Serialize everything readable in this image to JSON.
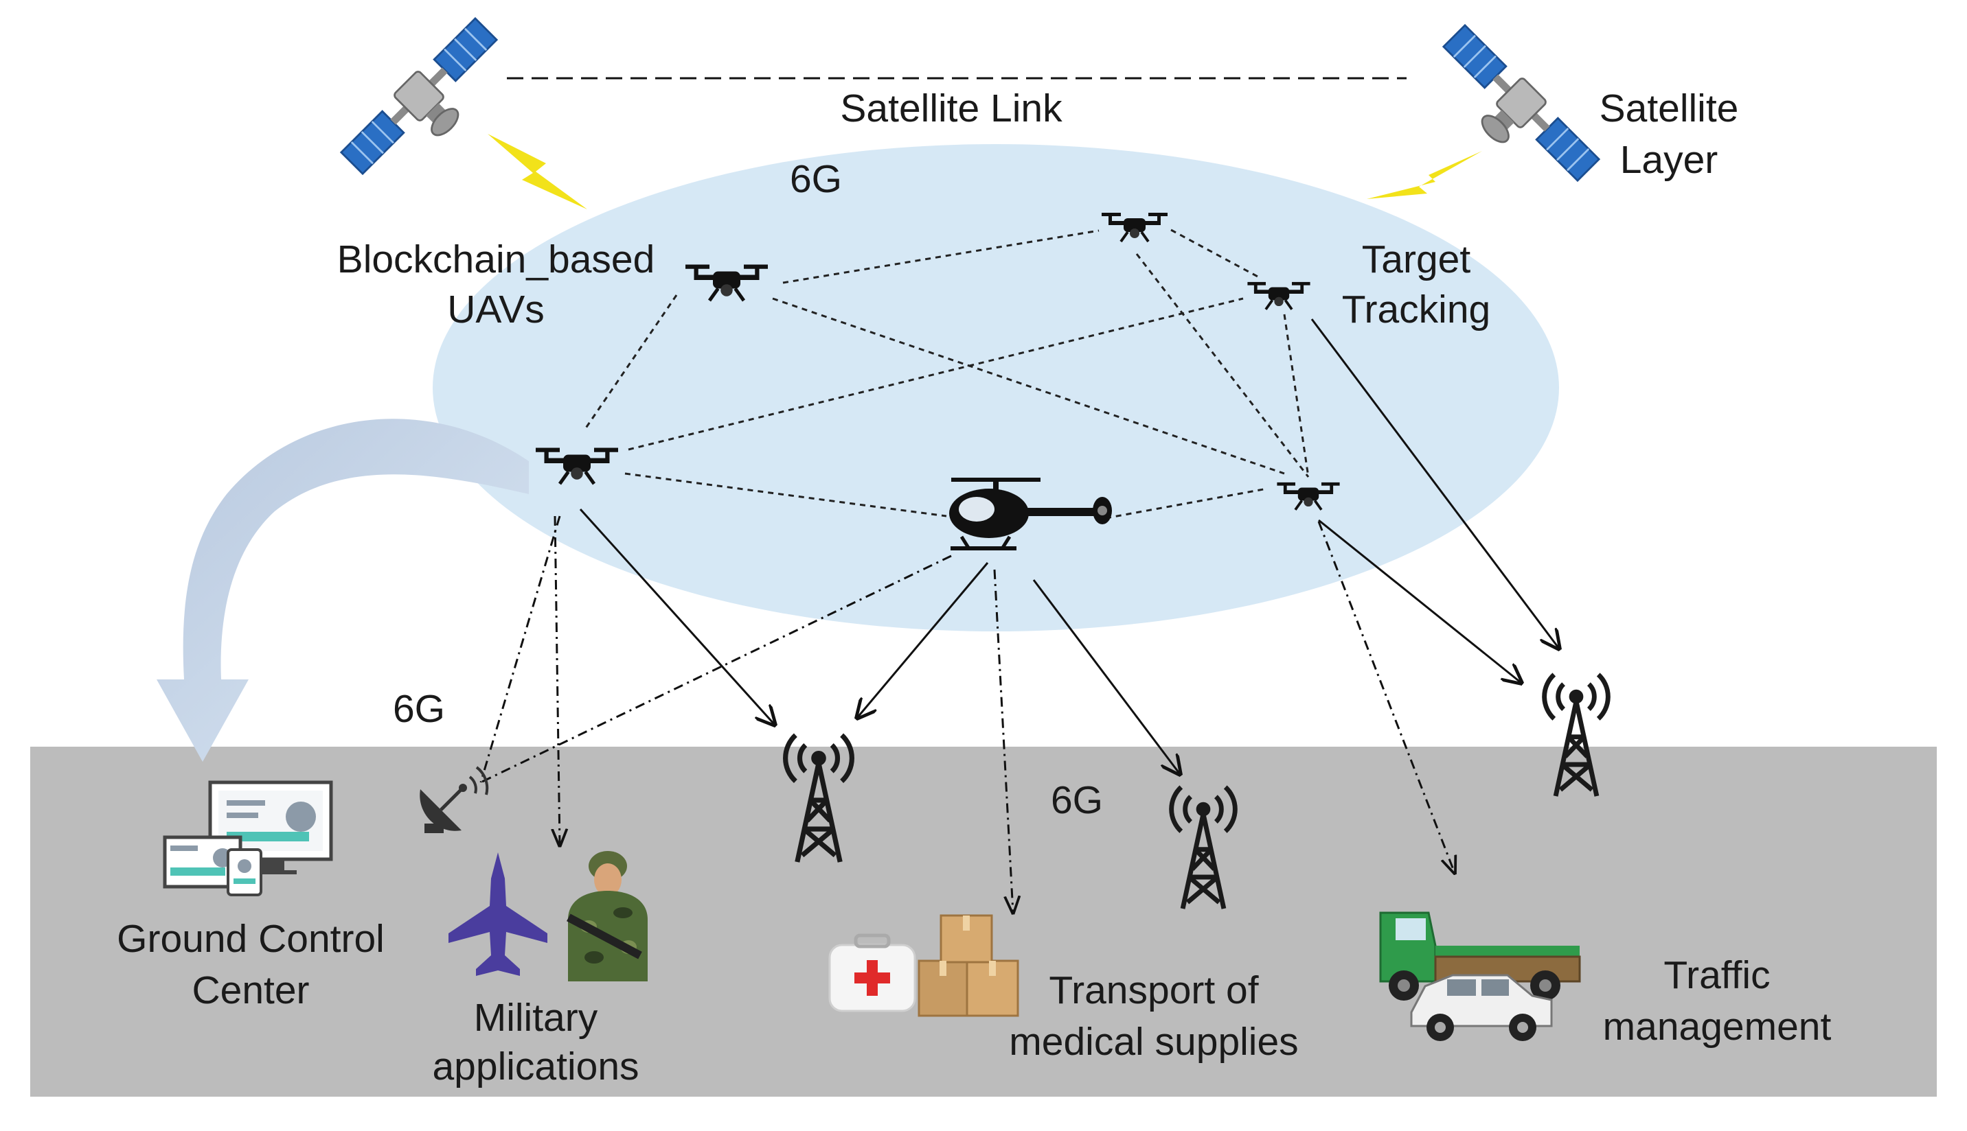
{
  "labels": {
    "satellite_link": "Satellite Link",
    "satellite_layer_1": "Satellite",
    "satellite_layer_2": "Layer",
    "g6_air": "6G",
    "blockchain_1": "Blockchain_based",
    "blockchain_2": "UAVs",
    "target_1": "Target",
    "target_2": "Tracking",
    "g6_left": "6G",
    "g6_ground": "6G",
    "gcc_1": "Ground Control",
    "gcc_2": "Center",
    "military_1": "Military",
    "military_2": "applications",
    "transport_1": "Transport of",
    "transport_2": "medical supplies",
    "traffic_1": "Traffic",
    "traffic_2": "management"
  },
  "icons": {
    "satellite": "satellite-icon",
    "drone": "drone-icon",
    "helicopter": "helicopter-icon",
    "tower": "cell-tower-icon",
    "dish": "satellite-dish-icon",
    "monitor": "monitor-icon",
    "jet": "fighter-jet-icon",
    "soldier": "soldier-icon",
    "medkit": "first-aid-kit-icon",
    "boxes": "cardboard-boxes-icon",
    "truck": "truck-icon",
    "car": "car-icon",
    "lightning": "lightning-icon"
  },
  "colors": {
    "ellipse": "#d6e8f5",
    "ground": "#bcbcbc",
    "lightning": "#f2e21a",
    "arrow": "#c9d9ec",
    "satellite_panel": "#2a6fc4",
    "jet": "#4a3d9e"
  }
}
